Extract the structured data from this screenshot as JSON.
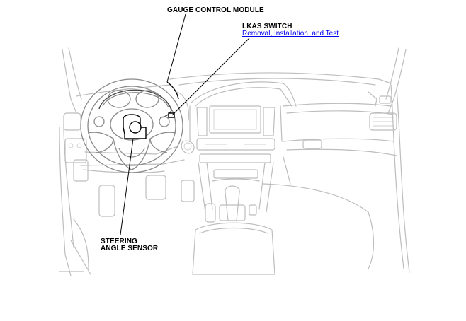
{
  "labels": {
    "gauge_control_module": "GAUGE CONTROL MODULE",
    "lkas_switch": "LKAS SWITCH",
    "lkas_link": "Removal, Installation, and Test",
    "steering_line1": "STEERING",
    "steering_line2": "ANGLE SENSOR"
  },
  "colors": {
    "link": "#0000ee",
    "outline_light": "#bdbdbd",
    "outline_dark": "#000000"
  }
}
